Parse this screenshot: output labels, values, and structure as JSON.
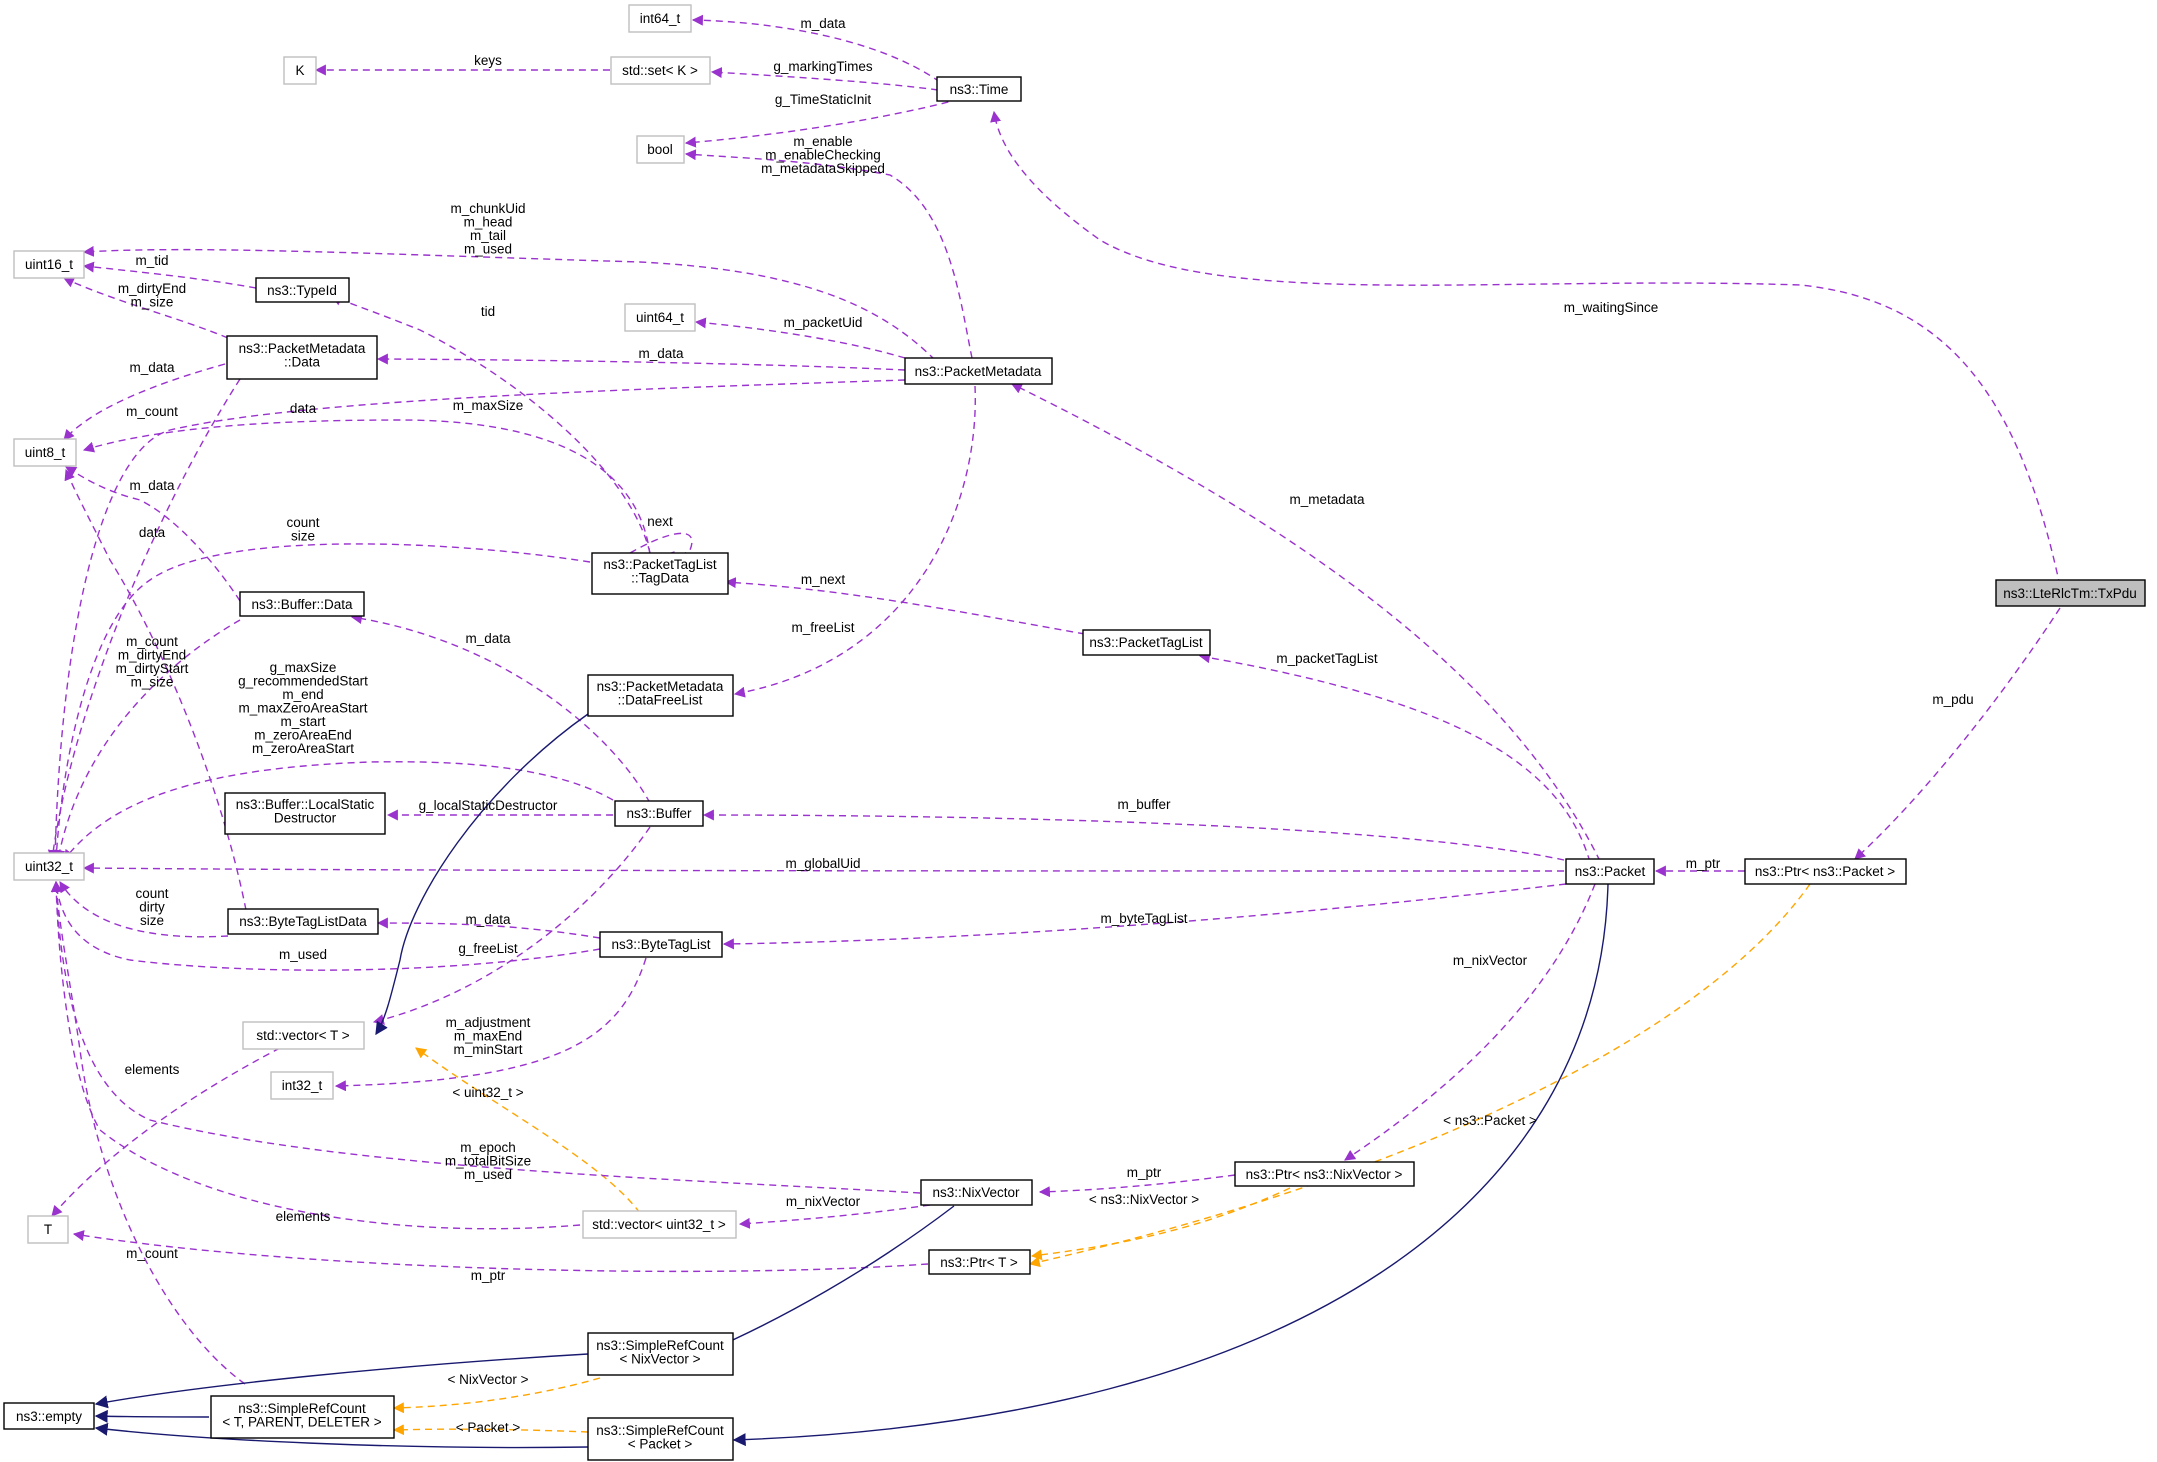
{
  "nodes": {
    "int64_t": "int64_t",
    "K": "K",
    "std_set": "std::set< K >",
    "ns3_Time": "ns3::Time",
    "bool": "bool",
    "uint16_t": "uint16_t",
    "ns3_TypeId": "ns3::TypeId",
    "uint64_t": "uint64_t",
    "pm_data": [
      "ns3::PacketMetadata",
      "::Data"
    ],
    "ns3_PacketMetadata": "ns3::PacketMetadata",
    "uint8_t": "uint8_t",
    "tagdata": [
      "ns3::PacketTagList",
      "::TagData"
    ],
    "buffer_data": "ns3::Buffer::Data",
    "ns3_LteRlcTm_TxPdu": "ns3::LteRlcTm::TxPdu",
    "ns3_PacketTagList": "ns3::PacketTagList",
    "datafreelist": [
      "ns3::PacketMetadata",
      "::DataFreeList"
    ],
    "localstatic": [
      "ns3::Buffer::LocalStatic",
      "Destructor"
    ],
    "ns3_Buffer": "ns3::Buffer",
    "uint32_t": "uint32_t",
    "ns3_Packet": "ns3::Packet",
    "ptr_packet": "ns3::Ptr< ns3::Packet >",
    "bytetaglistdata": "ns3::ByteTagListData",
    "ns3_ByteTagList": "ns3::ByteTagList",
    "std_vector_T": "std::vector< T >",
    "int32_t": "int32_t",
    "ptr_nixvector": "ns3::Ptr< ns3::NixVector >",
    "ns3_NixVector": "ns3::NixVector",
    "T": "T",
    "std_vector_u32": "std::vector< uint32_t >",
    "ptr_T": "ns3::Ptr< T >",
    "src_nix": [
      "ns3::SimpleRefCount",
      "< NixVector >"
    ],
    "ns3_empty": "ns3::empty",
    "src_tpd": [
      "ns3::SimpleRefCount",
      "< T, PARENT, DELETER >"
    ],
    "src_packet": [
      "ns3::SimpleRefCount",
      "< Packet >"
    ]
  },
  "edge_labels": {
    "time_int64": [
      "m_data"
    ],
    "time_set": [
      "g_markingTimes"
    ],
    "set_k": [
      "keys"
    ],
    "time_bool": [
      "g_TimeStaticInit"
    ],
    "pm_bool": [
      "m_enable",
      "m_enableChecking",
      "m_metadataSkipped"
    ],
    "pm_u16": [
      "m_chunkUid",
      "m_head",
      "m_tail",
      "m_used"
    ],
    "typeid_u16": [
      "m_tid"
    ],
    "pmdata_u16": [
      "m_dirtyEnd",
      "m_size"
    ],
    "pm_u64": [
      "m_packetUid"
    ],
    "pm_pmdata": [
      "m_data"
    ],
    "pmdata_u8": [
      "m_data"
    ],
    "pmdata_u32": [
      "m_count"
    ],
    "tagdata_u8": [
      "data"
    ],
    "pm_u32": [
      "m_maxSize"
    ],
    "tagdata_typeid": [
      "tid"
    ],
    "tagdata_self": [
      "next"
    ],
    "tagdata_u32": [
      "count",
      "size"
    ],
    "bufdata_u8": [
      "m_data"
    ],
    "bytetagdata_u8": [
      "data"
    ],
    "bufdata_u32": [
      "m_count",
      "m_dirtyEnd",
      "m_dirtyStart",
      "m_size"
    ],
    "buffer_bufdata": [
      "m_data"
    ],
    "buffer_u32": [
      "g_maxSize",
      "g_recommendedStart",
      "m_end",
      "m_maxZeroAreaStart",
      "m_start",
      "m_zeroAreaEnd",
      "m_zeroAreaStart"
    ],
    "buffer_localstatic": [
      "g_localStaticDestructor"
    ],
    "pm_freelist": [
      "m_freeList"
    ],
    "ptl_tagdata": [
      "m_next"
    ],
    "packet_pm": [
      "m_metadata"
    ],
    "packet_ptl": [
      "m_packetTagList"
    ],
    "txpdu_time": [
      "m_waitingSince"
    ],
    "txpdu_ptrpacket": [
      "m_pdu"
    ],
    "packet_buffer": [
      "m_buffer"
    ],
    "packet_u32": [
      "m_globalUid"
    ],
    "ptrpacket_packet": [
      "m_ptr"
    ],
    "bytetaglistdata_u32": [
      "count",
      "dirty",
      "size"
    ],
    "btl_btldata": [
      "m_data"
    ],
    "packet_btl": [
      "m_byteTagList"
    ],
    "btl_u32": [
      "m_used"
    ],
    "buffer_vector": [
      "g_freeList"
    ],
    "packet_nix": [
      "m_nixVector"
    ],
    "btl_int32": [
      "m_adjustment",
      "m_maxEnd",
      "m_minStart"
    ],
    "vector_t": [
      "elements"
    ],
    "vecu32_vector": [
      "< uint32_t >"
    ],
    "ptrpacket_ptrT": [
      "< ns3::Packet >"
    ],
    "nix_u32": [
      "m_epoch",
      "m_totalBitSize",
      "m_used"
    ],
    "ptrnix_nix": [
      "m_ptr"
    ],
    "ptrnix_ptrT": [
      "< ns3::NixVector >"
    ],
    "vecu32_u32": [
      "elements"
    ],
    "nix_vecu32": [
      "m_nixVector"
    ],
    "src_u32": [
      "m_count"
    ],
    "ptrT_T": [
      "m_ptr"
    ],
    "srcnix_srctpd": [
      "< NixVector >"
    ],
    "srcpacket_srctpd": [
      "< Packet >"
    ]
  },
  "colors": {
    "usage_edge": "#9a32cd",
    "template_edge": "#ffa500",
    "inheritance_edge": "#191970",
    "focus_fill": "#bfbfbf",
    "external_border": "#bfbfbf"
  }
}
